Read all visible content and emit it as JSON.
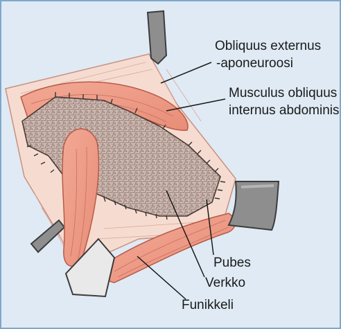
{
  "colors": {
    "background": "#dfeaf4",
    "frame": "#7fa6c9",
    "skin": "#f6dcd0",
    "muscle": "#ee9a86",
    "muscle_edge": "#b75a48",
    "mesh": "#cdb8b0",
    "retractor": "#8e8e8e",
    "gauze": "#e9e9e9"
  },
  "labels": {
    "obliquus_line1": "Obliquus externus",
    "obliquus_line2": "-aponeuroosi",
    "internus_line1": "Musculus obliquus",
    "internus_line2": "internus abdominis",
    "pubes": "Pubes",
    "verkko": "Verkko",
    "funikkeli": "Funikkeli"
  }
}
